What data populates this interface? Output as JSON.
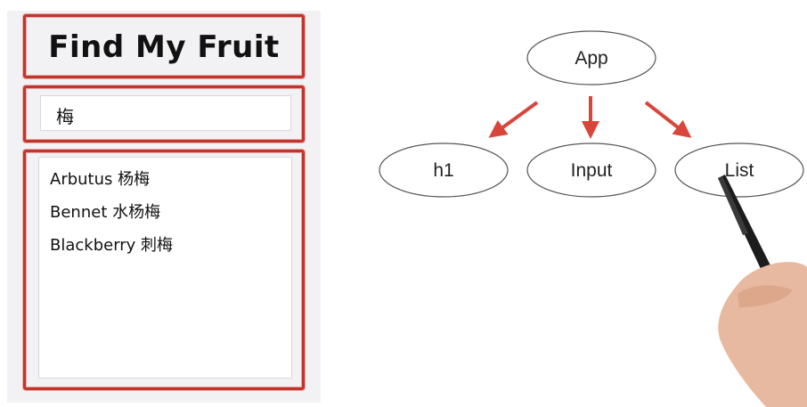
{
  "app": {
    "title": "Find My Fruit",
    "search_value": "梅",
    "results": [
      "Arbutus 杨梅",
      "Bennet 水杨梅",
      "Blackberry 刺梅"
    ]
  },
  "diagram": {
    "root": {
      "label": "App"
    },
    "children": [
      {
        "label": "h1"
      },
      {
        "label": "Input"
      },
      {
        "label": "List"
      }
    ]
  },
  "colors": {
    "highlight_red": "#c0362f",
    "arrow_red": "#d9453a",
    "node_stroke": "#555555",
    "panel_bg": "#f2f2f4"
  }
}
